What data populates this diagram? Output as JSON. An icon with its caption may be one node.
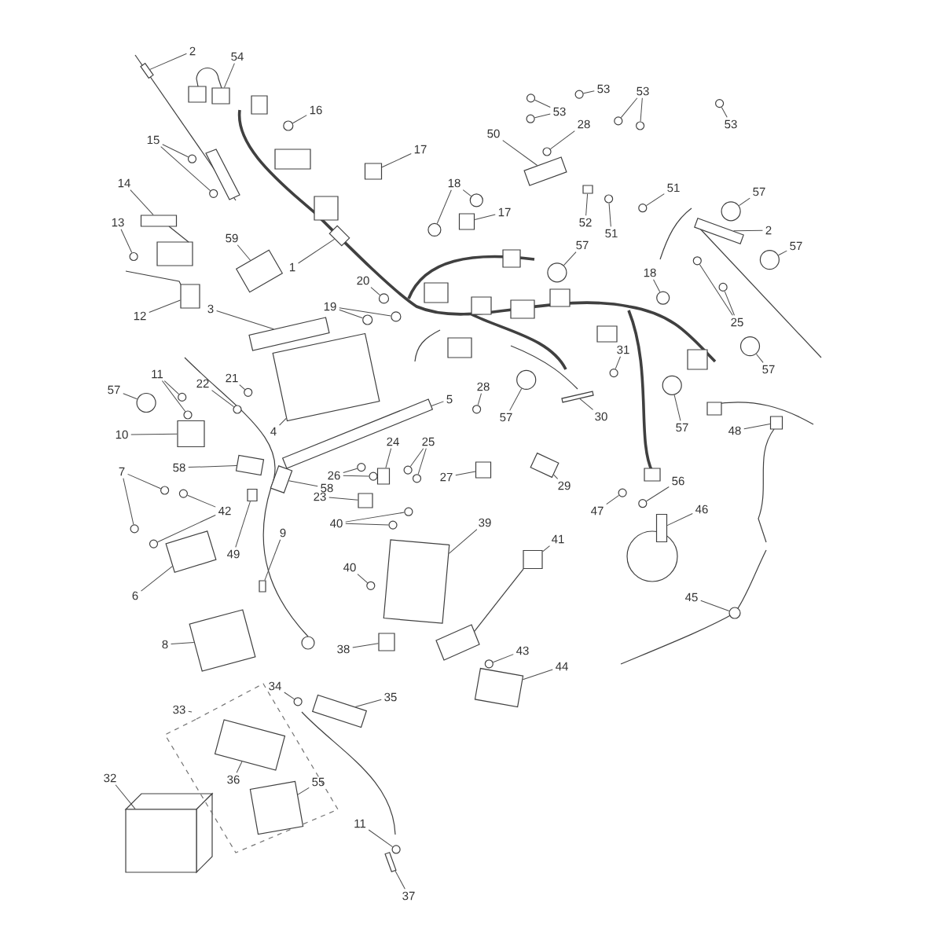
{
  "diagram": {
    "nodes": [
      {
        "text": [
          "2"
        ]
      },
      {
        "text": [
          "54"
        ]
      },
      {
        "text": [
          "16"
        ]
      },
      {
        "text": [
          "17"
        ]
      },
      {
        "text": [
          "15"
        ]
      },
      {
        "text": [
          "14"
        ]
      },
      {
        "text": [
          "13"
        ]
      },
      {
        "text": [
          "59"
        ]
      },
      {
        "text": [
          "1"
        ]
      },
      {
        "text": [
          "12"
        ]
      },
      {
        "text": [
          "18"
        ]
      },
      {
        "text": [
          "17"
        ]
      },
      {
        "text": [
          "50"
        ]
      },
      {
        "text": [
          "53"
        ]
      },
      {
        "text": [
          "53"
        ]
      },
      {
        "text": [
          "53"
        ]
      },
      {
        "text": [
          "53"
        ]
      },
      {
        "text": [
          "28"
        ]
      },
      {
        "text": [
          "52"
        ]
      },
      {
        "text": [
          "51"
        ]
      },
      {
        "text": [
          "51"
        ]
      },
      {
        "text": [
          "57"
        ]
      },
      {
        "text": [
          "2"
        ]
      },
      {
        "text": [
          "57"
        ]
      },
      {
        "text": [
          "57"
        ]
      },
      {
        "text": [
          "18"
        ]
      },
      {
        "text": [
          "25"
        ]
      },
      {
        "text": [
          "57"
        ]
      },
      {
        "text": [
          "20"
        ]
      },
      {
        "text": [
          "19"
        ]
      },
      {
        "text": [
          "3"
        ]
      },
      {
        "text": [
          "31"
        ]
      },
      {
        "text": [
          "5"
        ]
      },
      {
        "text": [
          "28"
        ]
      },
      {
        "text": [
          "57"
        ]
      },
      {
        "text": [
          "30"
        ]
      },
      {
        "text": [
          "57"
        ]
      },
      {
        "text": [
          "48"
        ]
      },
      {
        "text": [
          "11"
        ]
      },
      {
        "text": [
          "57"
        ]
      },
      {
        "text": [
          "22"
        ]
      },
      {
        "text": [
          "21"
        ]
      },
      {
        "text": [
          "4"
        ]
      },
      {
        "text": [
          "10"
        ]
      },
      {
        "text": [
          "58"
        ]
      },
      {
        "text": [
          "58"
        ]
      },
      {
        "text": [
          "26"
        ]
      },
      {
        "text": [
          "24"
        ]
      },
      {
        "text": [
          "25"
        ]
      },
      {
        "text": [
          "23"
        ]
      },
      {
        "text": [
          "27"
        ]
      },
      {
        "text": [
          "29"
        ]
      },
      {
        "text": [
          "7"
        ]
      },
      {
        "text": [
          "42"
        ]
      },
      {
        "text": [
          "49"
        ]
      },
      {
        "text": [
          "9"
        ]
      },
      {
        "text": [
          "40"
        ]
      },
      {
        "text": [
          "39"
        ]
      },
      {
        "text": [
          "47"
        ]
      },
      {
        "text": [
          "56"
        ]
      },
      {
        "text": [
          "46"
        ]
      },
      {
        "text": [
          "6"
        ]
      },
      {
        "text": [
          "40"
        ]
      },
      {
        "text": [
          "41"
        ]
      },
      {
        "text": [
          "45"
        ]
      },
      {
        "text": [
          "8"
        ]
      },
      {
        "text": [
          "38"
        ]
      },
      {
        "text": [
          "43"
        ]
      },
      {
        "text": [
          "44"
        ]
      },
      {
        "text": [
          "34"
        ]
      },
      {
        "text": [
          "35"
        ]
      },
      {
        "text": [
          "33"
        ]
      },
      {
        "text": [
          "36"
        ]
      },
      {
        "text": [
          "32"
        ]
      },
      {
        "text": [
          "55"
        ]
      },
      {
        "text": [
          "11"
        ]
      },
      {
        "text": [
          "37"
        ]
      },
      {
        "text": [],
        "shape": "box"
      },
      {
        "text": [],
        "shape": "box"
      },
      {
        "text": [],
        "shape": "circle"
      },
      {
        "text": [],
        "shape": "box"
      },
      {
        "text": [],
        "shape": "circle"
      },
      {
        "text": [],
        "shape": "circle"
      },
      {
        "text": [],
        "shape": "box"
      },
      {
        "text": [],
        "shape": "circle"
      },
      {
        "text": [],
        "shape": "box"
      },
      {
        "text": [],
        "shape": "box"
      },
      {
        "text": [],
        "shape": "box"
      },
      {
        "text": [],
        "shape": "circle"
      },
      {
        "text": [],
        "shape": "circle"
      },
      {
        "text": [],
        "shape": "box"
      },
      {
        "text": [],
        "shape": "box"
      },
      {
        "text": [],
        "shape": "circle"
      },
      {
        "text": [],
        "shape": "circle"
      },
      {
        "text": [],
        "shape": "circle"
      },
      {
        "text": [],
        "shape": "circle"
      },
      {
        "text": [],
        "shape": "circle"
      },
      {
        "text": [],
        "shape": "circle"
      },
      {
        "text": [],
        "shape": "circle"
      },
      {
        "text": [],
        "shape": "box"
      },
      {
        "text": [],
        "shape": "circle"
      },
      {
        "text": [],
        "shape": "circle"
      },
      {
        "text": [],
        "shape": "circle"
      },
      {
        "text": [],
        "shape": "box"
      },
      {
        "text": [],
        "shape": "circle"
      },
      {
        "text": [],
        "shape": "circle"
      },
      {
        "text": [],
        "shape": "circle"
      },
      {
        "text": [],
        "shape": "circle"
      },
      {
        "text": [],
        "shape": "circle"
      },
      {
        "text": [],
        "shape": "circle"
      },
      {
        "text": [],
        "shape": "circle"
      },
      {
        "text": [],
        "shape": "circle"
      },
      {
        "text": [],
        "shape": "circle"
      },
      {
        "text": [],
        "shape": "box"
      },
      {
        "text": [],
        "shape": "circle"
      },
      {
        "text": [],
        "shape": "box"
      },
      {
        "text": [],
        "shape": "circle"
      },
      {
        "text": [],
        "shape": "circle"
      },
      {
        "text": [],
        "shape": "box"
      },
      {
        "text": [],
        "shape": "circle"
      },
      {
        "text": [],
        "shape": "box"
      },
      {
        "text": [],
        "shape": "circle"
      },
      {
        "text": [],
        "shape": "circle"
      },
      {
        "text": [],
        "shape": "circle"
      },
      {
        "text": [],
        "shape": "circle"
      },
      {
        "text": [],
        "shape": "circle"
      },
      {
        "text": [],
        "shape": "box"
      },
      {
        "text": [],
        "shape": "box"
      },
      {
        "text": [],
        "shape": "box"
      },
      {
        "text": [],
        "shape": "box"
      },
      {
        "text": [],
        "shape": "circle"
      },
      {
        "text": [],
        "shape": "circle"
      },
      {
        "text": [],
        "shape": "box"
      },
      {
        "text": [],
        "shape": "circle"
      },
      {
        "text": [],
        "shape": "circle"
      },
      {
        "text": [],
        "shape": "box"
      },
      {
        "text": [],
        "shape": "box"
      },
      {
        "text": [],
        "shape": "box"
      },
      {
        "text": [],
        "shape": "circle"
      },
      {
        "text": [],
        "shape": "circle"
      },
      {
        "text": [],
        "shape": "circle"
      },
      {
        "text": [],
        "shape": "circle"
      },
      {
        "text": [],
        "shape": "box"
      },
      {
        "text": [],
        "shape": "box"
      },
      {
        "text": [],
        "shape": "circle"
      },
      {
        "text": [],
        "shape": "circle"
      },
      {
        "text": [],
        "shape": "box"
      },
      {
        "text": [],
        "shape": "circle"
      },
      {
        "text": [],
        "shape": "circle"
      },
      {
        "text": [],
        "shape": "box"
      },
      {
        "text": [],
        "shape": "box"
      },
      {
        "text": [],
        "shape": "circle"
      },
      {
        "text": [],
        "shape": "box"
      },
      {
        "text": [],
        "shape": "circle"
      },
      {
        "text": [],
        "shape": "box"
      },
      {
        "text": [],
        "shape": "box"
      },
      {
        "text": [],
        "shape": "circle"
      },
      {
        "text": [],
        "shape": "box"
      },
      {
        "text": [],
        "shape": "circle"
      },
      {
        "text": [],
        "shape": "box"
      },
      {
        "text": [],
        "shape": "box"
      },
      {
        "text": [],
        "shape": "box"
      },
      {
        "text": [],
        "shape": "box"
      },
      {
        "text": [],
        "shape": "circle"
      },
      {
        "text": [],
        "shape": "box"
      }
    ],
    "edges": [
      {
        "from": 0,
        "to": 77,
        "arrow": "none"
      },
      {
        "from": 1,
        "to": 78,
        "arrow": "none"
      },
      {
        "from": 2,
        "to": 79,
        "arrow": "none"
      },
      {
        "from": 3,
        "to": 80,
        "arrow": "none"
      },
      {
        "from": 4,
        "to": 81,
        "arrow": "none"
      },
      {
        "from": 4,
        "to": 82,
        "arrow": "none"
      },
      {
        "from": 5,
        "to": 83,
        "arrow": "none"
      },
      {
        "from": 6,
        "to": 84,
        "arrow": "none"
      },
      {
        "from": 7,
        "to": 85,
        "arrow": "none"
      },
      {
        "from": 8,
        "to": 86,
        "arrow": "none"
      },
      {
        "from": 9,
        "to": 87,
        "arrow": "none"
      },
      {
        "from": 10,
        "to": 88,
        "arrow": "none"
      },
      {
        "from": 10,
        "to": 89,
        "arrow": "none"
      },
      {
        "from": 11,
        "to": 90,
        "arrow": "none"
      },
      {
        "from": 12,
        "to": 91,
        "arrow": "none"
      },
      {
        "from": 13,
        "to": 92,
        "arrow": "none"
      },
      {
        "from": 14,
        "to": 93,
        "arrow": "none"
      },
      {
        "from": 14,
        "to": 94,
        "arrow": "none"
      },
      {
        "from": 15,
        "to": 95,
        "arrow": "none"
      },
      {
        "from": 15,
        "to": 96,
        "arrow": "none"
      },
      {
        "from": 16,
        "to": 97,
        "arrow": "none"
      },
      {
        "from": 17,
        "to": 98,
        "arrow": "none"
      },
      {
        "from": 18,
        "to": 99,
        "arrow": "none"
      },
      {
        "from": 19,
        "to": 100,
        "arrow": "none"
      },
      {
        "from": 20,
        "to": 101,
        "arrow": "none"
      },
      {
        "from": 21,
        "to": 102,
        "arrow": "none"
      },
      {
        "from": 22,
        "to": 103,
        "arrow": "none"
      },
      {
        "from": 23,
        "to": 104,
        "arrow": "none"
      },
      {
        "from": 24,
        "to": 105,
        "arrow": "none"
      },
      {
        "from": 25,
        "to": 106,
        "arrow": "none"
      },
      {
        "from": 26,
        "to": 107,
        "arrow": "none"
      },
      {
        "from": 26,
        "to": 108,
        "arrow": "none"
      },
      {
        "from": 27,
        "to": 109,
        "arrow": "none"
      },
      {
        "from": 28,
        "to": 110,
        "arrow": "none"
      },
      {
        "from": 29,
        "to": 111,
        "arrow": "none"
      },
      {
        "from": 29,
        "to": 112,
        "arrow": "none"
      },
      {
        "from": 30,
        "to": 113,
        "arrow": "none"
      },
      {
        "from": 31,
        "to": 114,
        "arrow": "none"
      },
      {
        "from": 32,
        "to": 115,
        "arrow": "none"
      },
      {
        "from": 33,
        "to": 116,
        "arrow": "none"
      },
      {
        "from": 34,
        "to": 117,
        "arrow": "none"
      },
      {
        "from": 35,
        "to": 118,
        "arrow": "none"
      },
      {
        "from": 36,
        "to": 119,
        "arrow": "none"
      },
      {
        "from": 37,
        "to": 120,
        "arrow": "none"
      },
      {
        "from": 38,
        "to": 121,
        "arrow": "none"
      },
      {
        "from": 38,
        "to": 122,
        "arrow": "none"
      },
      {
        "from": 39,
        "to": 123,
        "arrow": "none"
      },
      {
        "from": 40,
        "to": 124,
        "arrow": "none"
      },
      {
        "from": 41,
        "to": 125,
        "arrow": "none"
      },
      {
        "from": 42,
        "to": 126,
        "arrow": "none"
      },
      {
        "from": 43,
        "to": 127,
        "arrow": "none"
      },
      {
        "from": 44,
        "to": 128,
        "arrow": "none"
      },
      {
        "from": 45,
        "to": 129,
        "arrow": "none"
      },
      {
        "from": 46,
        "to": 130,
        "arrow": "none"
      },
      {
        "from": 46,
        "to": 131,
        "arrow": "none"
      },
      {
        "from": 47,
        "to": 132,
        "arrow": "none"
      },
      {
        "from": 48,
        "to": 133,
        "arrow": "none"
      },
      {
        "from": 48,
        "to": 134,
        "arrow": "none"
      },
      {
        "from": 49,
        "to": 135,
        "arrow": "none"
      },
      {
        "from": 50,
        "to": 136,
        "arrow": "none"
      },
      {
        "from": 51,
        "to": 137,
        "arrow": "none"
      },
      {
        "from": 52,
        "to": 138,
        "arrow": "none"
      },
      {
        "from": 52,
        "to": 139,
        "arrow": "none"
      },
      {
        "from": 53,
        "to": 140,
        "arrow": "none"
      },
      {
        "from": 53,
        "to": 141,
        "arrow": "none"
      },
      {
        "from": 54,
        "to": 142,
        "arrow": "none"
      },
      {
        "from": 55,
        "to": 143,
        "arrow": "none"
      },
      {
        "from": 56,
        "to": 144,
        "arrow": "none"
      },
      {
        "from": 56,
        "to": 145,
        "arrow": "none"
      },
      {
        "from": 57,
        "to": 146,
        "arrow": "none"
      },
      {
        "from": 58,
        "to": 147,
        "arrow": "none"
      },
      {
        "from": 59,
        "to": 148,
        "arrow": "none"
      },
      {
        "from": 60,
        "to": 149,
        "arrow": "none"
      },
      {
        "from": 61,
        "to": 150,
        "arrow": "none"
      },
      {
        "from": 62,
        "to": 151,
        "arrow": "none"
      },
      {
        "from": 63,
        "to": 152,
        "arrow": "none"
      },
      {
        "from": 64,
        "to": 153,
        "arrow": "none"
      },
      {
        "from": 65,
        "to": 154,
        "arrow": "none"
      },
      {
        "from": 66,
        "to": 155,
        "arrow": "none"
      },
      {
        "from": 67,
        "to": 156,
        "arrow": "none"
      },
      {
        "from": 68,
        "to": 157,
        "arrow": "none"
      },
      {
        "from": 69,
        "to": 158,
        "arrow": "none"
      },
      {
        "from": 70,
        "to": 159,
        "arrow": "none"
      },
      {
        "from": 71,
        "to": null,
        "arrow": "none"
      },
      {
        "from": 72,
        "to": 160,
        "arrow": "none"
      },
      {
        "from": 73,
        "to": 161,
        "arrow": "none"
      },
      {
        "from": 74,
        "to": 162,
        "arrow": "none"
      },
      {
        "from": 75,
        "to": 163,
        "arrow": "none"
      },
      {
        "from": 76,
        "to": 164,
        "arrow": "none"
      }
    ]
  }
}
